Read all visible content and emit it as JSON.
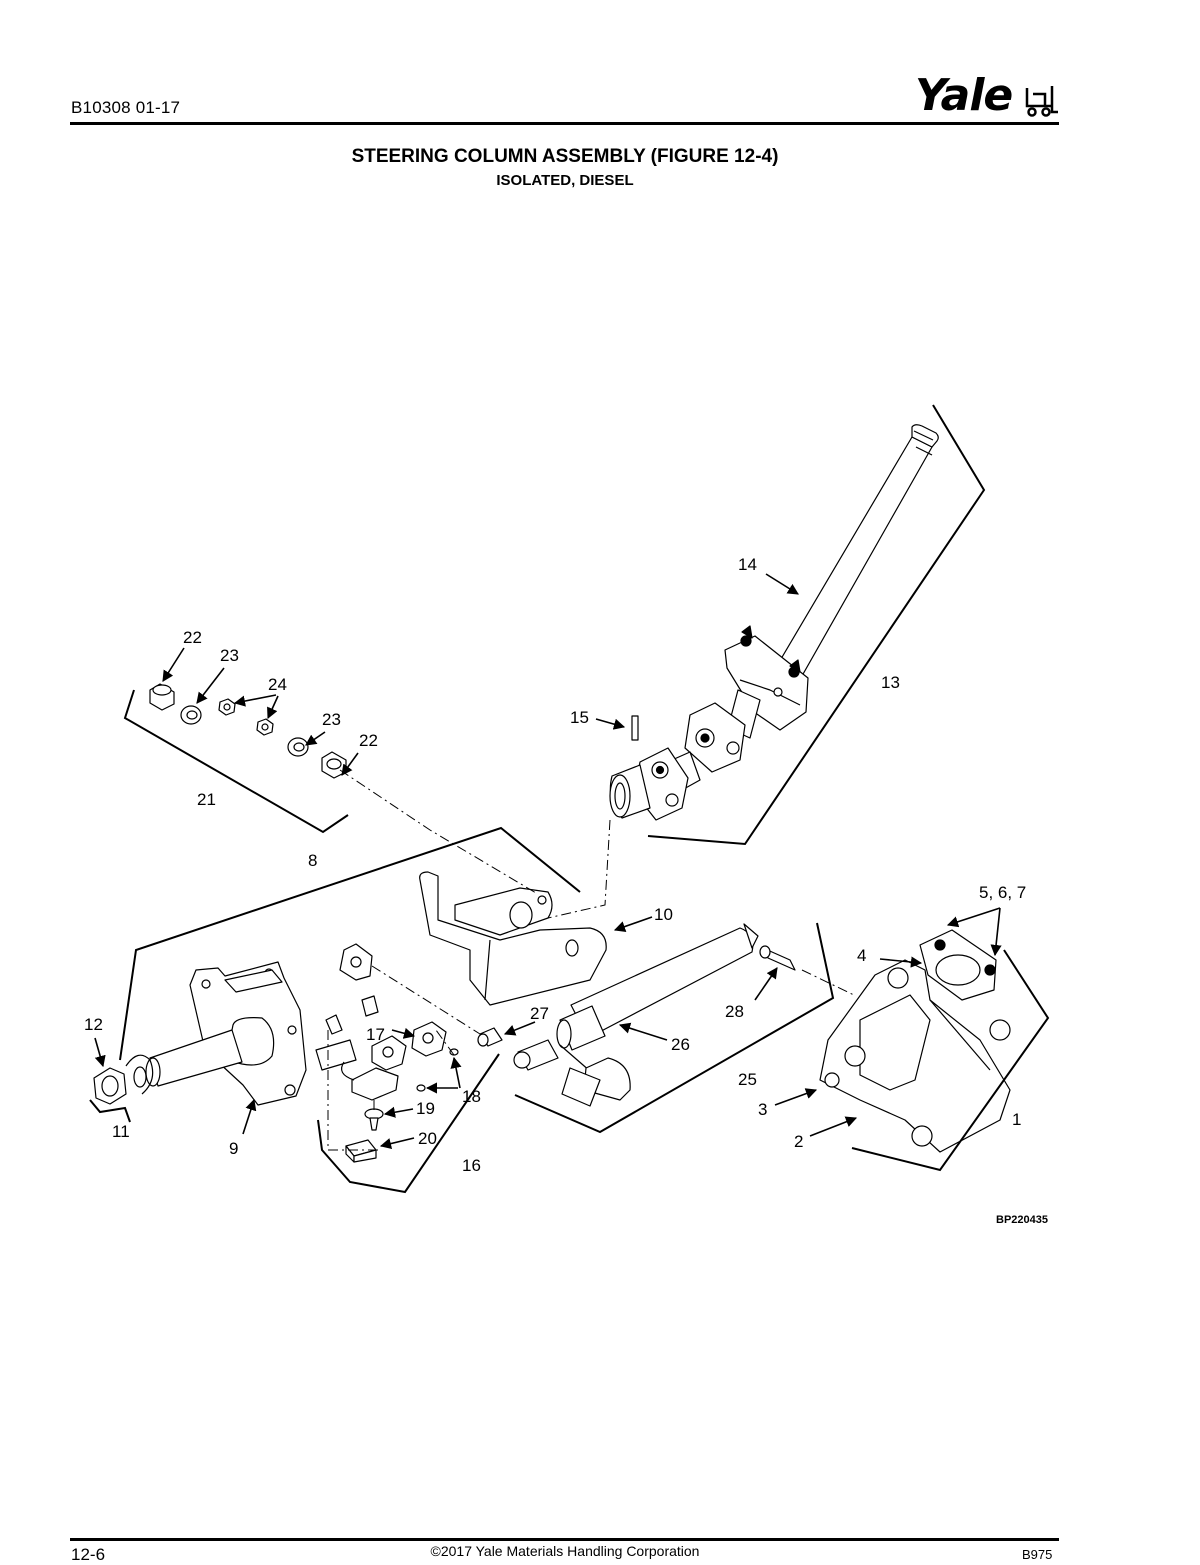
{
  "header": {
    "doc_code": "B10308     01-17",
    "logo_text": "Yale"
  },
  "figure": {
    "title": "STEERING COLUMN ASSEMBLY (FIGURE 12-4)",
    "subtitle": "ISOLATED, DIESEL",
    "figure_id": "BP220435"
  },
  "callouts": {
    "c1": "1",
    "c2": "2",
    "c3": "3",
    "c4": "4",
    "c5_7": "5, 6, 7",
    "c8": "8",
    "c9": "9",
    "c10": "10",
    "c11": "11",
    "c12": "12",
    "c13": "13",
    "c14": "14",
    "c15": "15",
    "c16": "16",
    "c17": "17",
    "c18": "18",
    "c19": "19",
    "c20": "20",
    "c21": "21",
    "c22a": "22",
    "c22b": "22",
    "c23a": "23",
    "c23b": "23",
    "c24": "24",
    "c25": "25",
    "c26": "26",
    "c27": "27",
    "c28": "28"
  },
  "footer": {
    "page_number": "12-6",
    "copyright": "©2017 Yale Materials Handling Corporation",
    "publication_code": "B975"
  }
}
